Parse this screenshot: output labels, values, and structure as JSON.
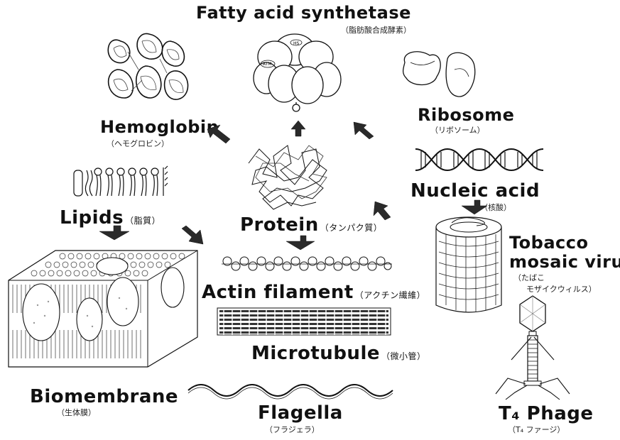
{
  "labels": {
    "fatty_acid": {
      "en": "Fatty acid synthetase",
      "jp": "（脂肪酸合成酵素）"
    },
    "hemoglobin": {
      "en": "Hemoglobin",
      "jp": "（ヘモグロビン）"
    },
    "ribosome": {
      "en": "Ribosome",
      "jp": "（リボソーム）"
    },
    "nucleic_acid": {
      "en": "Nucleic acid",
      "jp": "（核酸）"
    },
    "lipids": {
      "en": "Lipids",
      "jp": "（脂質）"
    },
    "protein": {
      "en": "Protein",
      "jp": "（タンパク質）"
    },
    "tmv": {
      "en1": "Tobacco",
      "en2": "mosaic virus",
      "jp1": "（たばこ",
      "jp2": "モザイクウィルス）"
    },
    "actin": {
      "en": "Actin filament",
      "jp": "（アクチン繊維）"
    },
    "microtubule": {
      "en": "Microtubule",
      "jp": "（微小管）"
    },
    "biomembrane": {
      "en": "Biomembrane",
      "jp": "（生体膜）"
    },
    "flagella": {
      "en": "Flagella",
      "jp": "（フラジェラ）"
    },
    "t4": {
      "en": "T₄ Phage",
      "jp": "（T₄ ファージ）"
    }
  },
  "illustration_text": {
    "fas_tag1": "HS",
    "fas_tag2": "ATM"
  },
  "colors": {
    "ink": "#111111",
    "arrow": "#2a2a2a",
    "shade": "#555555"
  }
}
